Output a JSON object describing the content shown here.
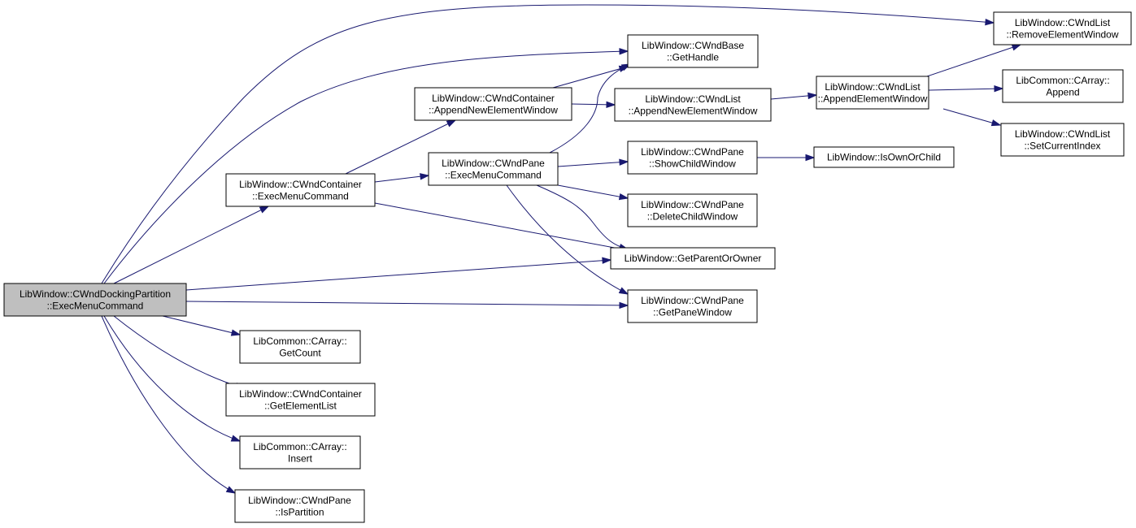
{
  "nodes": {
    "root": [
      "LibWindow::CWndDockingPartition",
      "::ExecMenuCommand"
    ],
    "cwc_exec": [
      "LibWindow::CWndContainer",
      "::ExecMenuCommand"
    ],
    "cwc_append": [
      "LibWindow::CWndContainer",
      "::AppendNewElementWindow"
    ],
    "cwb_handle": [
      "LibWindow::CWndBase",
      "::GetHandle"
    ],
    "cwl_remove": [
      "LibWindow::CWndList",
      "::RemoveElementWindow"
    ],
    "cwl_appendnew": [
      "LibWindow::CWndList",
      "::AppendNewElementWindow"
    ],
    "cwl_appendel": [
      "LibWindow::CWndList",
      "::AppendElementWindow"
    ],
    "ca_append": [
      "LibCommon::CArray::",
      "Append"
    ],
    "cwl_setidx": [
      "LibWindow::CWndList",
      "::SetCurrentIndex"
    ],
    "cwp_exec": [
      "LibWindow::CWndPane",
      "::ExecMenuCommand"
    ],
    "cwp_show": [
      "LibWindow::CWndPane",
      "::ShowChildWindow"
    ],
    "isownorchild": [
      "LibWindow::IsOwnOrChild"
    ],
    "cwp_delete": [
      "LibWindow::CWndPane",
      "::DeleteChildWindow"
    ],
    "getparent": [
      "LibWindow::GetParentOrOwner"
    ],
    "cwp_panewin": [
      "LibWindow::CWndPane",
      "::GetPaneWindow"
    ],
    "ca_count": [
      "LibCommon::CArray::",
      "GetCount"
    ],
    "cwc_elist": [
      "LibWindow::CWndContainer",
      "::GetElementList"
    ],
    "ca_insert": [
      "LibCommon::CArray::",
      "Insert"
    ],
    "cwp_ispart": [
      "LibWindow::CWndPane",
      "::IsPartition"
    ]
  },
  "edges": [
    [
      "root",
      "cwl_remove"
    ],
    [
      "root",
      "cwb_handle"
    ],
    [
      "root",
      "cwc_exec"
    ],
    [
      "root",
      "getparent"
    ],
    [
      "root",
      "cwp_panewin"
    ],
    [
      "root",
      "ca_count"
    ],
    [
      "root",
      "cwc_elist"
    ],
    [
      "root",
      "ca_insert"
    ],
    [
      "root",
      "cwp_ispart"
    ],
    [
      "cwc_exec",
      "cwc_append"
    ],
    [
      "cwc_exec",
      "cwp_exec"
    ],
    [
      "cwc_exec",
      "getparent"
    ],
    [
      "cwc_append",
      "cwb_handle"
    ],
    [
      "cwc_append",
      "cwl_appendnew"
    ],
    [
      "cwl_appendnew",
      "cwl_appendel"
    ],
    [
      "cwl_appendel",
      "cwl_remove"
    ],
    [
      "cwl_appendel",
      "ca_append"
    ],
    [
      "cwl_appendel",
      "cwl_setidx"
    ],
    [
      "cwp_exec",
      "cwb_handle"
    ],
    [
      "cwp_exec",
      "cwp_show"
    ],
    [
      "cwp_exec",
      "cwp_delete"
    ],
    [
      "cwp_exec",
      "getparent"
    ],
    [
      "cwp_exec",
      "cwp_panewin"
    ],
    [
      "cwp_show",
      "isownorchild"
    ]
  ]
}
